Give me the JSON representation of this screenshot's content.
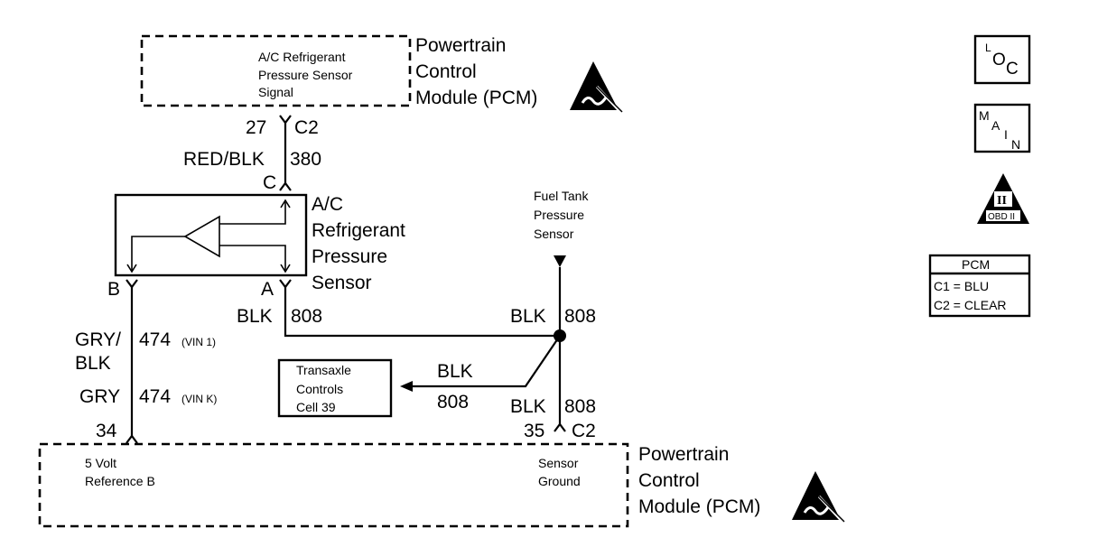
{
  "top_module": {
    "signal_label": [
      "A/C Refrigerant",
      "Pressure Sensor",
      "Signal"
    ],
    "name": [
      "Powertrain",
      "Control",
      "Module (PCM)"
    ]
  },
  "bottom_module": {
    "ref_label": [
      "5 Volt",
      "Reference B"
    ],
    "ground_label": [
      "Sensor",
      "Ground"
    ],
    "name": [
      "Powertrain",
      "Control",
      "Module (PCM)"
    ]
  },
  "connectors": {
    "pcm_top_pin": "27",
    "pcm_top_conn": "C2",
    "sensor_c": "C",
    "sensor_b": "B",
    "sensor_a": "A",
    "pcm_bottom_left_pin": "34",
    "pcm_bottom_right_pin": "35",
    "pcm_bottom_right_conn": "C2"
  },
  "wires": {
    "signal_color": "RED/BLK",
    "signal_circuit": "380",
    "ground_a_color": "BLK",
    "ground_a_circuit": "808",
    "fuel_color": "BLK",
    "fuel_circuit": "808",
    "transaxle_color": "BLK",
    "transaxle_circuit": "808",
    "pcm_ground_color": "BLK",
    "pcm_ground_circuit": "808",
    "ref_color_1a": "GRY/",
    "ref_color_1b": "BLK",
    "ref_circuit_1": "474",
    "ref_vin_1": "(VIN 1)",
    "ref_color_2": "GRY",
    "ref_circuit_2": "474",
    "ref_vin_2": "(VIN K)"
  },
  "sensor": {
    "name": [
      "A/C",
      "Refrigerant",
      "Pressure",
      "Sensor"
    ]
  },
  "fuel_tank_sensor": {
    "name": [
      "Fuel Tank",
      "Pressure",
      "Sensor"
    ]
  },
  "transaxle_box": {
    "lines": [
      "Transaxle",
      "Controls",
      "Cell 39"
    ]
  },
  "legend": {
    "loc_icon": {
      "letters": [
        "L",
        "O",
        "C"
      ]
    },
    "main_icon": {
      "letters": [
        "M",
        "A",
        "I",
        "N"
      ]
    },
    "obd_icon": {
      "numeral": "II",
      "label": "OBD II"
    },
    "pcm_box": {
      "header": "PCM",
      "line1": "C1 = BLU",
      "line2": "C2 = CLEAR"
    }
  },
  "icons": [
    "esd-warning-icon",
    "loc-icon",
    "main-icon",
    "obd-ii-icon"
  ]
}
